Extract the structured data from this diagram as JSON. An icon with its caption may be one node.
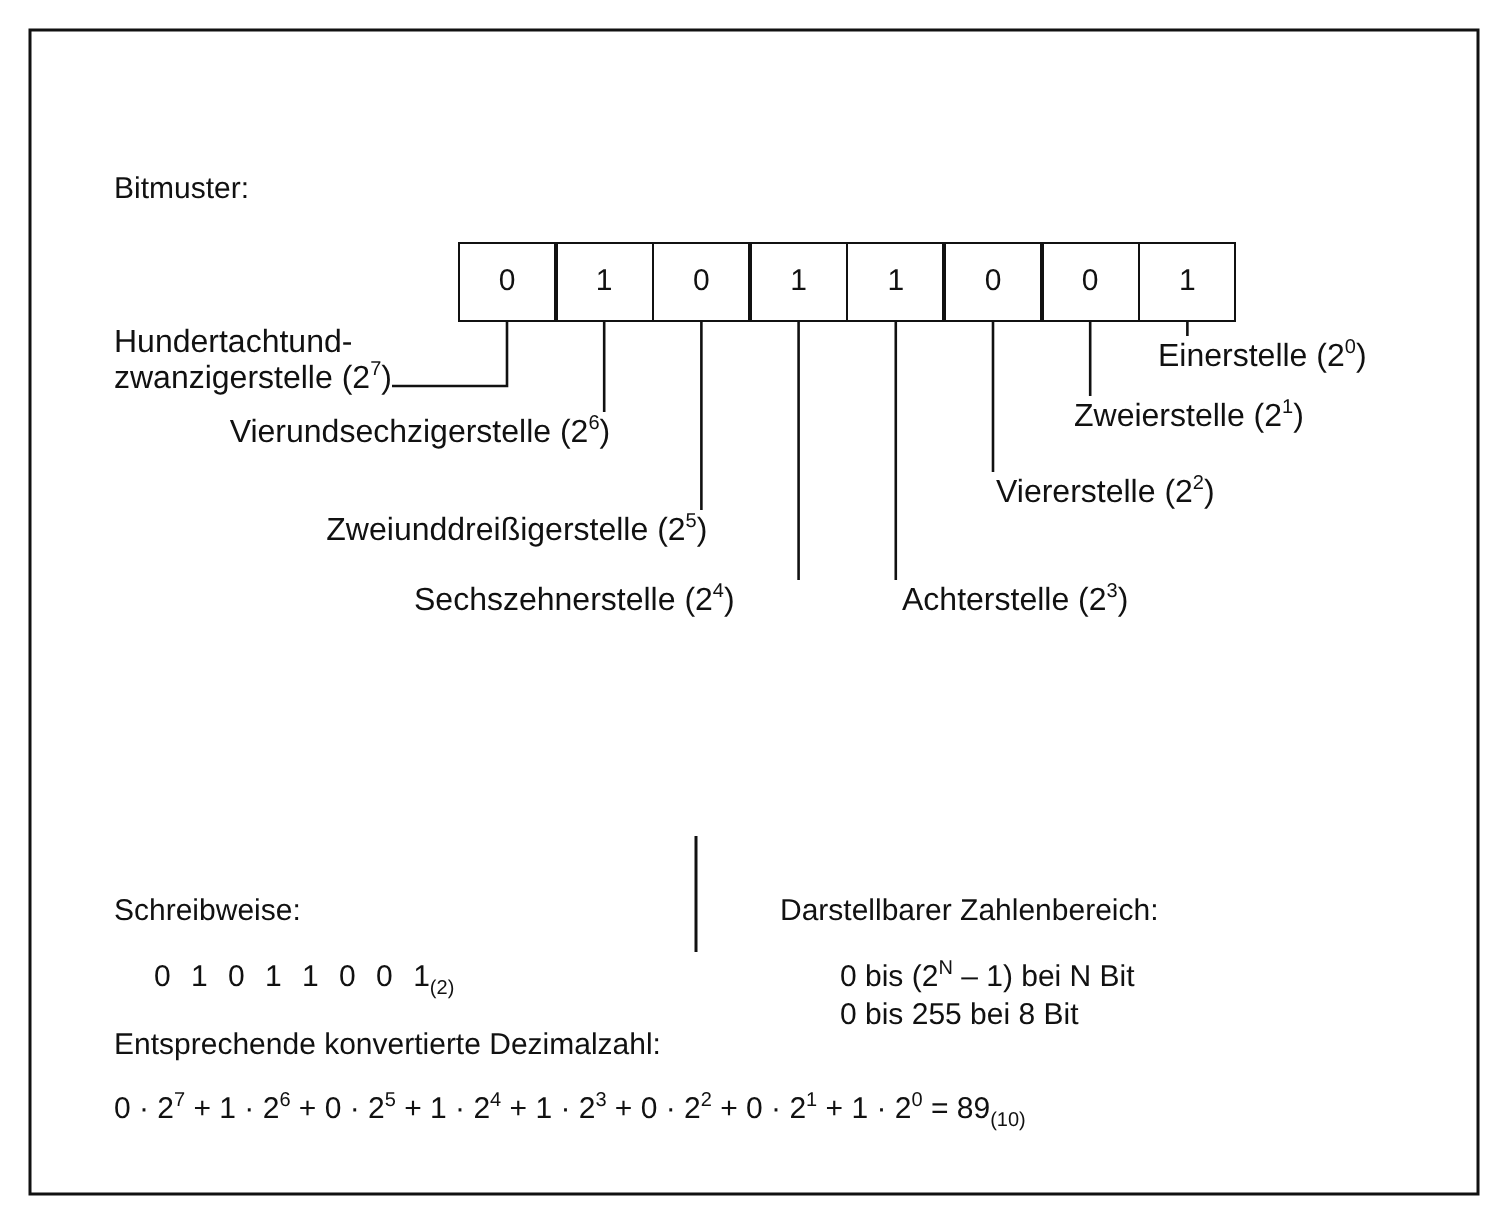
{
  "diagram": {
    "nodes": [
      {
        "text": [
          "0"
        ]
      },
      {
        "text": [
          "1"
        ]
      },
      {
        "text": [
          "0"
        ]
      },
      {
        "text": [
          "1"
        ]
      },
      {
        "text": [
          "1"
        ]
      },
      {
        "text": [
          "0"
        ]
      },
      {
        "text": [
          "0"
        ]
      },
      {
        "text": [
          "1"
        ]
      },
      {
        "text": [
          "Hundertachtund- zwanzigerstelle (2$^{7}$)"
        ]
      },
      {
        "text": [
          "Einerstelle (2$^{0}$)"
        ]
      },
      {
        "text": [
          "Zweierstelle (2$^{1}$)"
        ]
      },
      {
        "text": [
          "Vierundsechzigerstelle (2$^{6}$)"
        ]
      },
      {
        "text": [
          "Viererstelle (2$^{2}$)"
        ]
      },
      {
        "text": [
          "Zweiunddreißigerstelle (2$^{5}$)"
        ]
      },
      {
        "text": [
          "Sechszehnerstelle (2$^{4}$)"
        ]
      },
      {
        "text": [
          "Achterstelle (2$^{3}$)"
        ]
      }
    ],
    "edges": [
      {
        "from": 8,
        "to": 0,
        "arrow": "none"
      },
      {
        "from": 9,
        "to": 7,
        "arrow": "none"
      },
      {
        "from": 10,
        "to": 6,
        "arrow": "none"
      },
      {
        "from": 11,
        "to": 1,
        "arrow": "none"
      },
      {
        "from": 12,
        "to": 5,
        "arrow": "none"
      },
      {
        "from": 13,
        "to": 2,
        "arrow": "none"
      },
      {
        "from": 14,
        "to": 3,
        "arrow": "none"
      },
      {
        "from": 15,
        "to": 4,
        "arrow": "none"
      }
    ],
    "labels": [
      "Bitmuster:",
      "Schreibweise:",
      "Darstellbarer Zahlenbereich:",
      "0 1 0 1 1 0 0 1$_{(2)}$",
      "0 bis (2$^{N}$ – 1) bei N Bit",
      "0 bis 255 bei 8 Bit",
      "Entsprechende konvertierte Dezimalzahl:",
      "0 · 2$^{7}$ + 1 · 2$^{6}$ + 0 · 2$^{5}$ + 1 · 2$^{4}$ + 1 · 2$^{3}$ + 0 · 2$^{2}$ + 0 · 2$^{1}$ + 1 · 2$^{0}$ = 89$_{(10)}$"
    ]
  }
}
